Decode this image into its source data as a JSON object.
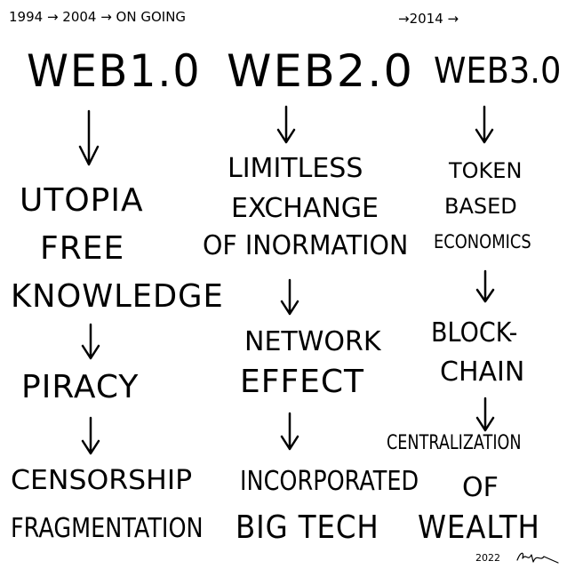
{
  "header": {
    "timeline_left": "1994 → 2004 → ON GOING",
    "timeline_right": "→2014 →"
  },
  "columns": [
    {
      "title": "WEB1.0",
      "items": [
        "UTOPIA",
        "FREE",
        "KNOWLEDGE",
        "PIRACY",
        "CENSORSHIP",
        "FRAGMENTATION"
      ]
    },
    {
      "title": "WEB2.0",
      "items": [
        "LIMITLESS",
        "EXCHANGE",
        "OF INORMATION",
        "NETWORK",
        "EFFECT",
        "INCORPORATED",
        "BIG TECH"
      ]
    },
    {
      "title": "WEB3.0",
      "items": [
        "TOKEN",
        "BASED",
        "ECONOMICS",
        "BLOCK-",
        "CHAIN",
        "CENTRALIZATION",
        "OF",
        "WEALTH"
      ]
    }
  ],
  "footer": {
    "year": "2022",
    "signature": "signature"
  }
}
